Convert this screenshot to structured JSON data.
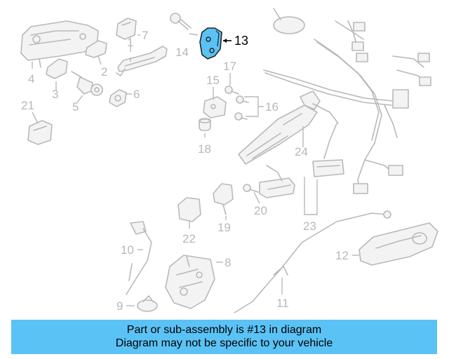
{
  "diagram": {
    "highlight_color": "#5bc2f5",
    "highlighted_callout": "13",
    "callouts": {
      "c1": "1",
      "c2": "2",
      "c3": "3",
      "c4": "4",
      "c5": "5",
      "c6": "6",
      "c7": "7",
      "c8": "8",
      "c9": "9",
      "c10": "10",
      "c11": "11",
      "c12": "12",
      "c13": "13",
      "c14": "14",
      "c15": "15",
      "c16": "16",
      "c17": "17",
      "c18": "18",
      "c19": "19",
      "c20": "20",
      "c21": "21",
      "c22": "22",
      "c23": "23",
      "c24": "24"
    }
  },
  "banner": {
    "line1": "Part or sub-assembly is #13 in diagram",
    "line2": "Diagram may not be specific to your vehicle"
  }
}
